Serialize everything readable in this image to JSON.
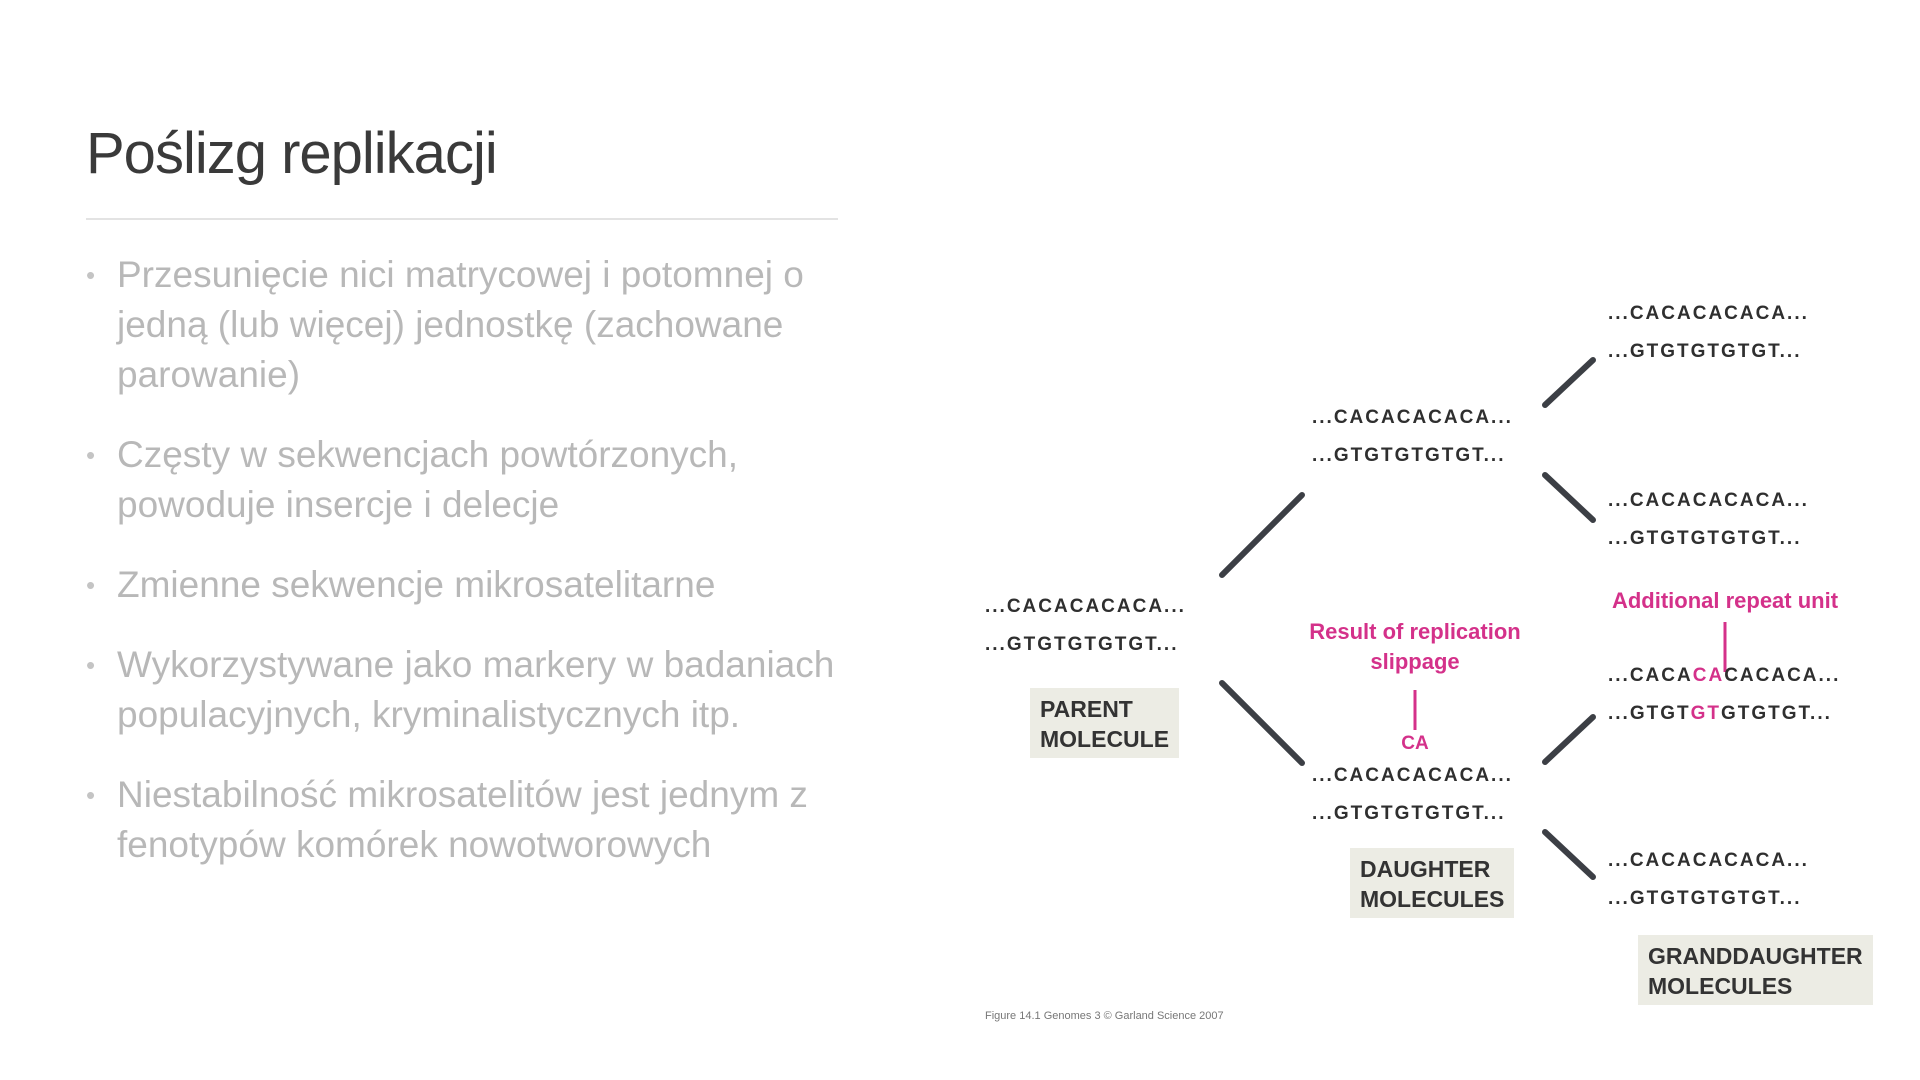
{
  "slide": {
    "title": "Poślizg replikacji",
    "bullets": [
      "Przesunięcie nici matrycowej i potomnej o jedną (lub więcej) jednostkę (zachowane parowanie)",
      "Częsty w sekwencjach powtórzonych, powoduje insercje i delecje",
      "Zmienne sekwencje mikrosatelitarne",
      "Wykorzystywane jako markery w badaniach populacyjnych, kryminalistycznych itp.",
      "Niestabilność mikrosatelitów jest jednym z fenotypów komórek nowotworowych"
    ],
    "bullet_glyph": "•"
  },
  "diagram": {
    "parent": {
      "top": "...CACACACACA...",
      "bottom": "...GTGTGTGTGT..."
    },
    "daughter_top": {
      "top": "...CACACACACA...",
      "bottom": "...GTGTGTGTGT..."
    },
    "daughter_bottom": {
      "top": "...CACACACACA...",
      "bottom": "...GTGTGTGTGT..."
    },
    "grand1": {
      "top": "...CACACACACA...",
      "bottom": "...GTGTGTGTGT..."
    },
    "grand2": {
      "top": "...CACACACACA...",
      "bottom": "...GTGTGTGTGT..."
    },
    "grand3": {
      "top_a": "...CACA",
      "top_pink": "CA",
      "top_b": "CACACA...",
      "bottom_a": "...GTGT",
      "bottom_pink": "GT",
      "bottom_b": "GTGTGT..."
    },
    "grand4": {
      "top": "...CACACACACA...",
      "bottom": "...GTGTGTGTGT..."
    },
    "labels": {
      "parent": "PARENT\nMOLECULE",
      "daughter": "DAUGHTER\nMOLECULES",
      "granddaughter": "GRANDDAUGHTER\nMOLECULES"
    },
    "annotations": {
      "slippage": "Result of replication\nslippage",
      "slip_bases": "CA",
      "additional": "Additional repeat unit"
    },
    "caption": "Figure 14.1 Genomes 3 © Garland Science 2007",
    "colors": {
      "accent": "#d4318a",
      "label_bg": "#ecece4",
      "arrow": "#3c3f45"
    }
  }
}
